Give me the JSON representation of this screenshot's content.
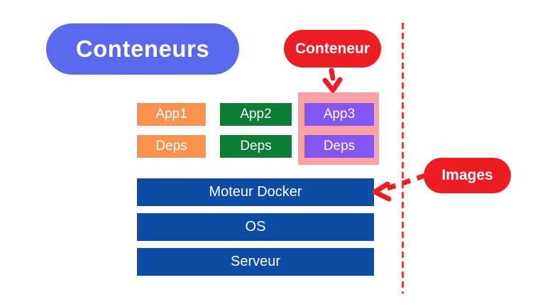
{
  "title": {
    "label": "Conteneurs"
  },
  "callouts": {
    "conteneur": {
      "label": "Conteneur"
    },
    "images": {
      "label": "Images"
    }
  },
  "container_columns": [
    {
      "app": "App1",
      "deps": "Deps",
      "color": "#F9934F",
      "highlighted": false
    },
    {
      "app": "App2",
      "deps": "Deps",
      "color": "#0C7D34",
      "highlighted": false
    },
    {
      "app": "App3",
      "deps": "Deps",
      "color": "#8355F2",
      "highlighted": true
    }
  ],
  "stack_layers": [
    {
      "label": "Moteur Docker"
    },
    {
      "label": "OS"
    },
    {
      "label": "Serveur"
    }
  ],
  "colors": {
    "brand_blue": "#5A68EA",
    "red": "#EE1D24",
    "orange": "#F9934F",
    "green": "#0C7D34",
    "purple": "#8355F2",
    "pink": "#F9A1A4",
    "dark_blue": "#0B4DA5"
  }
}
